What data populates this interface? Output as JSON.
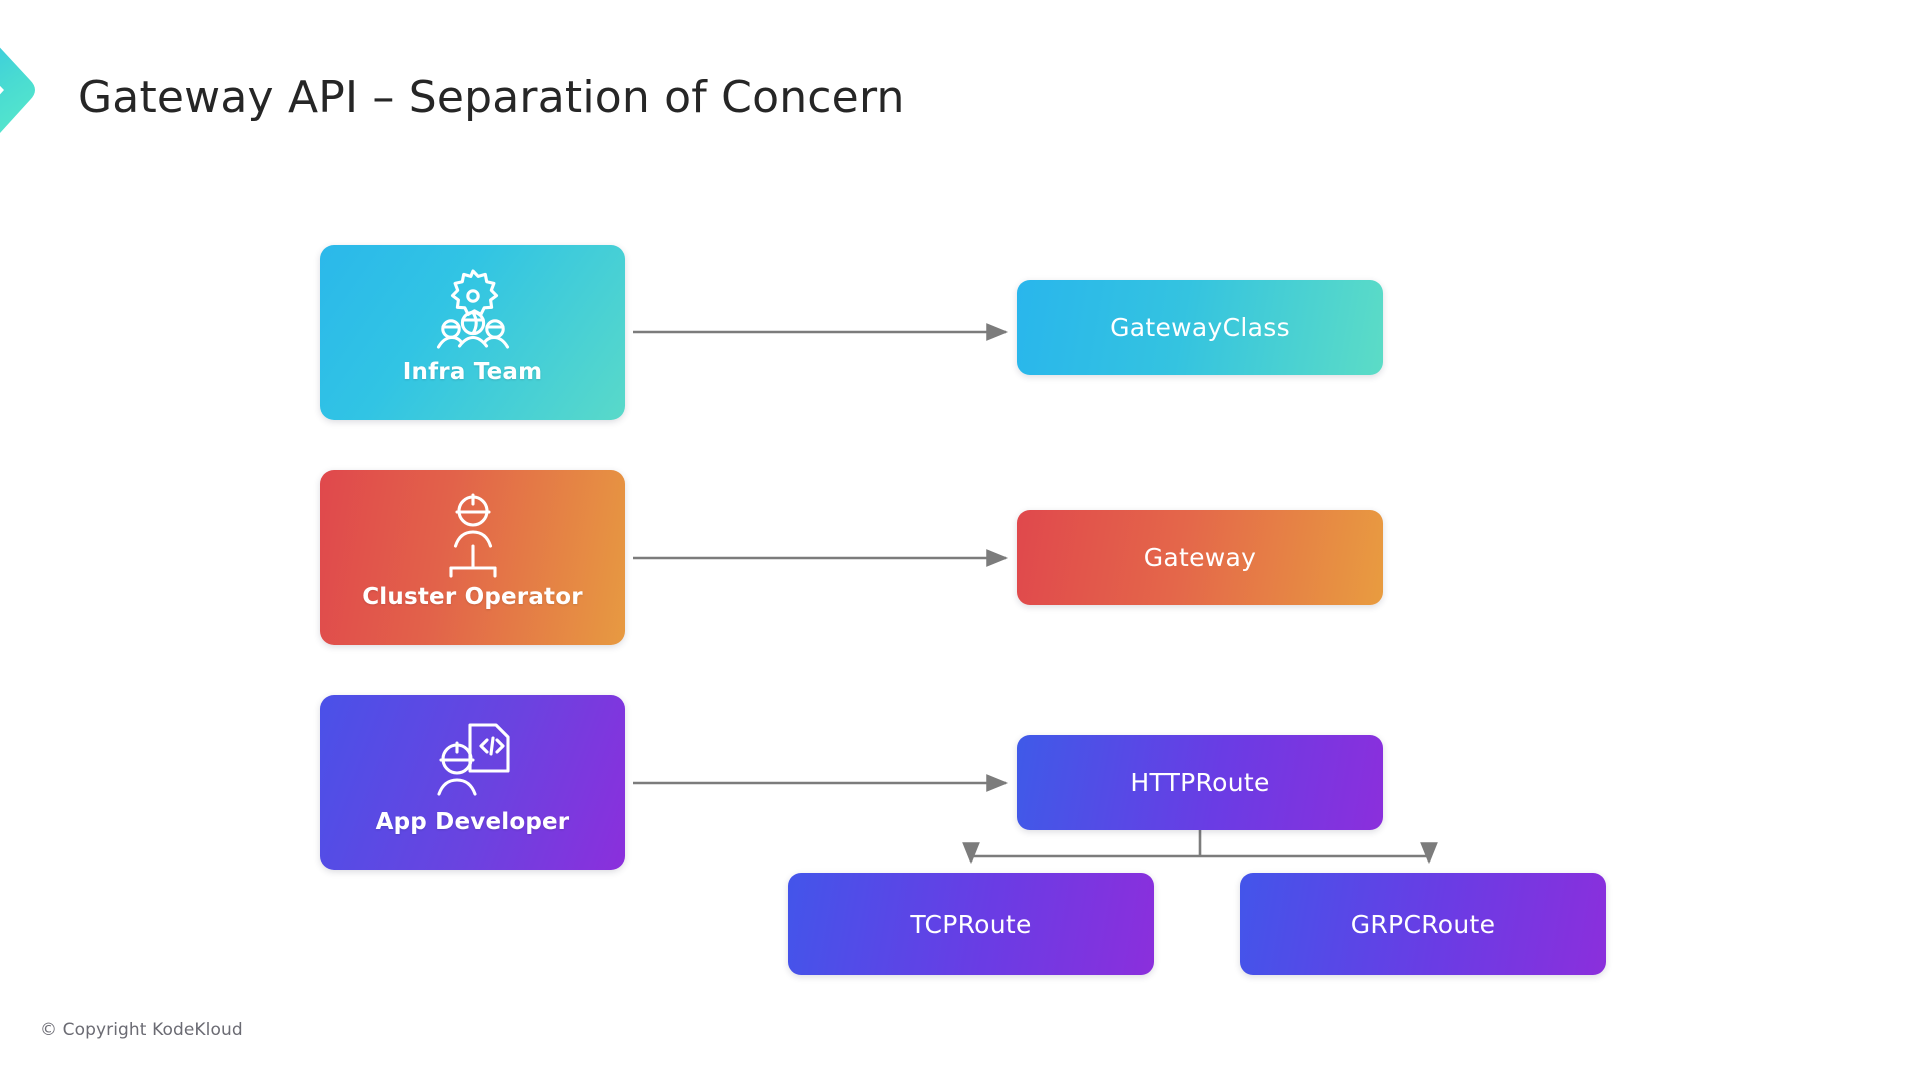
{
  "slide": {
    "title": "Gateway API – Separation of Concern",
    "footer": "© Copyright KodeKloud",
    "background": "#ffffff",
    "title_color": "#262626"
  },
  "brand": {
    "logo_icon": "chevron-right-logo",
    "color_start": "#3cc8e0",
    "color_end": "#54e5cd"
  },
  "roles": [
    {
      "id": "infra-team",
      "label": "Infra Team",
      "icon": "gear-with-team-icon",
      "gradient_start": "#2bb8ea",
      "gradient_end": "#59d9c9"
    },
    {
      "id": "cluster-operator",
      "label": "Cluster Operator",
      "icon": "worker-with-cluster-icon",
      "gradient_start": "#e0484c",
      "gradient_end": "#e79a41"
    },
    {
      "id": "app-developer",
      "label": "App Developer",
      "icon": "worker-with-code-file-icon",
      "gradient_start": "#4a51e8",
      "gradient_end": "#8b2fdc"
    }
  ],
  "resources": [
    {
      "id": "gatewayclass",
      "label": "GatewayClass",
      "gradient_start": "#29b6ec",
      "gradient_end": "#5cdcc6"
    },
    {
      "id": "gateway",
      "label": "Gateway",
      "gradient_start": "#e0484c",
      "gradient_end": "#e89c40"
    },
    {
      "id": "httproute",
      "label": "HTTPRoute",
      "gradient_start": "#3f5ae8",
      "gradient_end": "#8b2fdc"
    },
    {
      "id": "tcproute",
      "label": "TCPRoute",
      "gradient_start": "#4355ea",
      "gradient_end": "#8b2fdc"
    },
    {
      "id": "grpcroute",
      "label": "GRPCRoute",
      "gradient_start": "#4355ea",
      "gradient_end": "#8b2fdc"
    }
  ],
  "connectors": {
    "line_color": "#7c7c7c",
    "arrows": [
      {
        "id": "infra-to-gatewayclass",
        "from": "infra-team",
        "to": "gatewayclass"
      },
      {
        "id": "operator-to-gateway",
        "from": "cluster-operator",
        "to": "gateway"
      },
      {
        "id": "developer-to-httproute",
        "from": "app-developer",
        "to": "httproute"
      },
      {
        "id": "httproute-to-tcproute",
        "from": "httproute",
        "to": "tcproute"
      },
      {
        "id": "httproute-to-grpcroute",
        "from": "httproute",
        "to": "grpcroute"
      }
    ]
  }
}
